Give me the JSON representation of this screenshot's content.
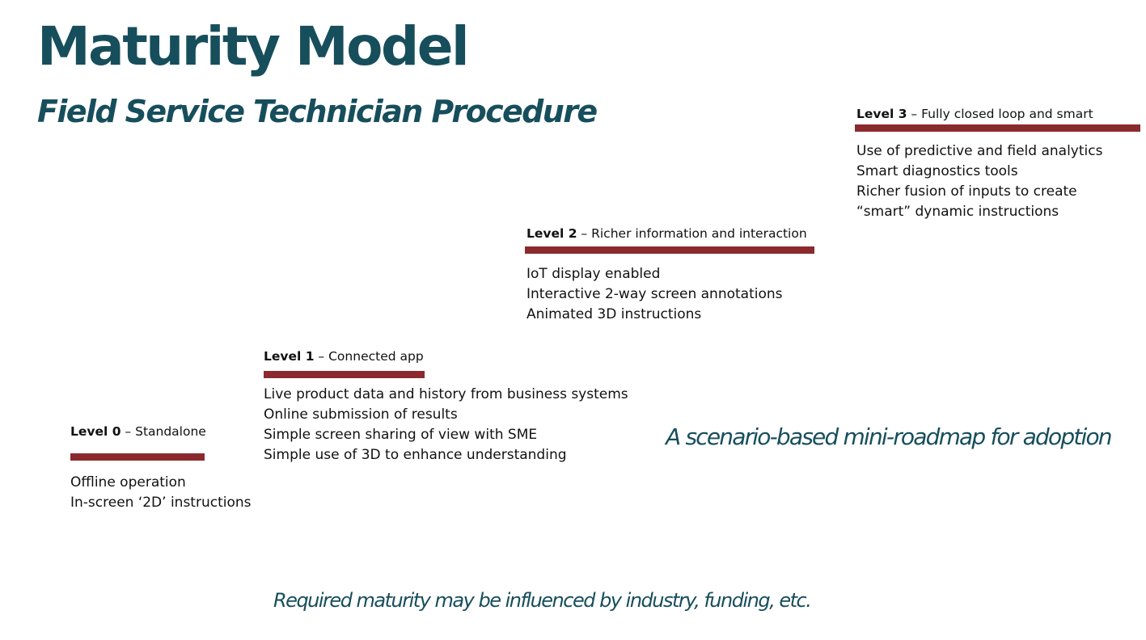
{
  "slide": {
    "title": "Maturity Model",
    "subtitle": "Field Service Technician Procedure",
    "tagline": "A scenario-based mini-roadmap for adoption",
    "footnote": "Required  maturity  may be influenced by industry, funding, etc.",
    "colors": {
      "heading": "#174e5c",
      "bar": "#8b2a2e",
      "text": "#111111"
    }
  },
  "levels": [
    {
      "label": "Level 0",
      "sep": " – ",
      "name": "Standalone",
      "items": [
        "Offline operation",
        "In-screen ‘2D’ instructions"
      ]
    },
    {
      "label": "Level 1",
      "sep": " – ",
      "name": "Connected app",
      "items": [
        "Live product data and history from business systems",
        "Online submission of results",
        "Simple screen sharing of view with SME",
        "Simple use of 3D to enhance understanding"
      ]
    },
    {
      "label": "Level 2",
      "sep": " – ",
      "name": "Richer information and interaction",
      "items": [
        "IoT display enabled",
        "Interactive 2-way screen annotations",
        "Animated 3D instructions"
      ]
    },
    {
      "label": "Level 3",
      "sep": " – ",
      "name": "Fully closed loop and smart",
      "items": [
        "Use of predictive and field analytics",
        "Smart diagnostics tools",
        "Richer fusion of inputs to create",
        "“smart” dynamic instructions"
      ]
    }
  ]
}
